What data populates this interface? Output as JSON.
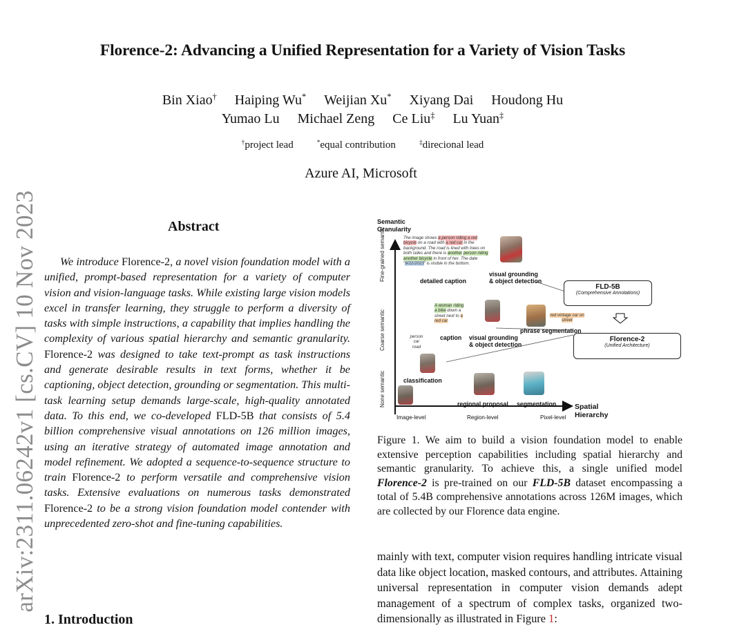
{
  "sidebar": {
    "arxiv_id": "arXiv:2311.06242v1  [cs.CV]  10 Nov 2023"
  },
  "paper": {
    "title": "Florence-2: Advancing a Unified Representation for a Variety of Vision Tasks",
    "authors_line1": [
      {
        "name": "Bin Xiao",
        "mark": "†"
      },
      {
        "name": "Haiping Wu",
        "mark": "*"
      },
      {
        "name": "Weijian Xu",
        "mark": "*"
      },
      {
        "name": "Xiyang Dai",
        "mark": ""
      },
      {
        "name": "Houdong Hu",
        "mark": ""
      }
    ],
    "authors_line2": [
      {
        "name": "Yumao Lu",
        "mark": ""
      },
      {
        "name": "Michael Zeng",
        "mark": ""
      },
      {
        "name": "Ce Liu",
        "mark": "‡"
      },
      {
        "name": "Lu Yuan",
        "mark": "‡"
      }
    ],
    "roles": [
      {
        "mark": "†",
        "text": "project lead"
      },
      {
        "mark": "*",
        "text": "equal contribution"
      },
      {
        "mark": "‡",
        "text": "direcional lead"
      }
    ],
    "affiliation": "Azure AI, Microsoft"
  },
  "abstract": {
    "heading": "Abstract",
    "segments": [
      {
        "t": "We introduce ",
        "i": true
      },
      {
        "t": "Florence-2",
        "i": false
      },
      {
        "t": ", a novel vision foundation model with a unified, prompt-based representation for a variety of computer vision and vision-language tasks. While existing large vision models excel in transfer learning, they struggle to perform a diversity of tasks with simple instructions, a capability that implies handling the complexity of various spatial hierarchy and semantic granularity. ",
        "i": true
      },
      {
        "t": "Florence-2",
        "i": false
      },
      {
        "t": " was designed to take text-prompt as task instructions and generate desirable results in text forms, whether it be captioning, object detection, grounding or segmentation. This multi-task learning setup demands large-scale, high-quality annotated data. To this end, we co-developed ",
        "i": true
      },
      {
        "t": "FLD-5B",
        "i": false
      },
      {
        "t": " that consists of 5.4 billion comprehensive visual annotations on 126 million images, using an iterative strategy of automated image annotation and model refinement. We adopted a sequence-to-sequence structure to train ",
        "i": true
      },
      {
        "t": "Florence-2",
        "i": false
      },
      {
        "t": " to perform versatile and comprehensive vision tasks. Extensive evaluations on numerous tasks demonstrated ",
        "i": true
      },
      {
        "t": "Florence-2",
        "i": false
      },
      {
        "t": " to be a strong vision foundation model contender with unprecedented zero-shot and fine-tuning capabilities.",
        "i": true
      }
    ]
  },
  "intro": {
    "heading": "1. Introduction"
  },
  "figure": {
    "y_axis_title": "Semantic\nGranularity",
    "x_axis_title": "Spatial\nHierarchy",
    "y_levels": [
      "Fine-grained semantic",
      "Coarse semantic",
      "None semantic"
    ],
    "x_levels": [
      "Image-level",
      "Region-level",
      "Pixel-level"
    ],
    "detailed_caption_text": "The image shows a person riding a red bicycle on a road with a red car in the background. The road is lined with trees on both sides and there is another person riding another bicycle in front of her. The date \"9/22/2023\" is visible in the bottom.",
    "caption_text": "A woman riding a bike down a street next to a red car.",
    "classification_words": "person car road",
    "phrase_seg_text": "red vintage car on street",
    "task_labels": {
      "detailed_caption": "detailed caption",
      "vg_top_1": "visual grounding",
      "vg_top_2": "& object detection",
      "caption": "caption",
      "vg_mid_1": "visual grounding",
      "vg_mid_2": "& object detection",
      "phrase_segmentation": "phrase segmentation",
      "classification": "classification",
      "regional_proposal": "regional proposal",
      "segmentation": "segmentation"
    },
    "fld_box": {
      "title": "FLD-5B",
      "subtitle": "(Comprehensive Annotations)"
    },
    "florence_box": {
      "title": "Florence-2",
      "subtitle": "(Unified Architecture)"
    }
  },
  "caption": {
    "label": "Figure 1.",
    "segments": [
      {
        "t": "We aim to build a vision foundation model to enable extensive perception capabilities including spatial hierarchy and semantic granularity. To achieve this, a single unified model ",
        "s": "n"
      },
      {
        "t": "Florence-2",
        "s": "bi"
      },
      {
        "t": " is pre-trained on our ",
        "s": "n"
      },
      {
        "t": "FLD-5B",
        "s": "bi"
      },
      {
        "t": " dataset encompassing a total of 5.4B comprehensive annotations across 126M images, which are collected by our Florence data engine.",
        "s": "n"
      }
    ]
  },
  "body": {
    "text": "mainly with text, computer vision requires handling intricate visual data like object location, masked contours, and attributes. Attaining universal representation in computer vision demands adept management of a spectrum of complex tasks, organized two-dimensionally as illustrated in Figure ",
    "ref": "1",
    "tail": ":"
  },
  "colors": {
    "ref": "#c1272d",
    "sidebar": "#8c8c8c"
  }
}
